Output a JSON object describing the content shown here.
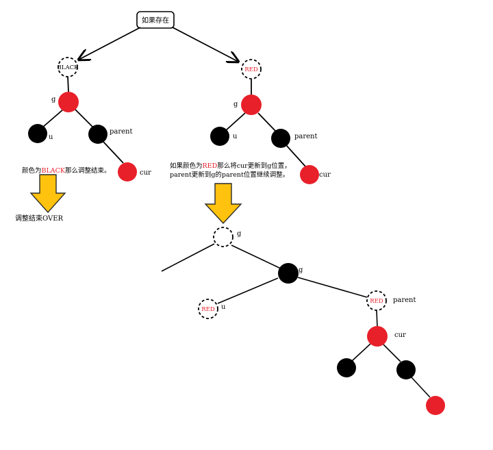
{
  "top_box": {
    "label": "如果存在"
  },
  "left_branch": {
    "parent_label": "BLACK",
    "g_label": "g",
    "u_label": "u",
    "parent_node_label": "parent",
    "cur_label": "cur",
    "note": "颜色为BLACK那么调整结束。",
    "note_highlight": "BLACK",
    "result": "调整结束OVER"
  },
  "right_branch": {
    "parent_label": "RED",
    "g_label": "g",
    "u_label": "u",
    "parent_node_label": "parent",
    "cur_label": "cur",
    "note_line1_prefix": "如果颜色为",
    "note_line1_highlight": "RED",
    "note_line1_suffix": "那么将cur更新到g位置，",
    "note_line2": "parent更新到g的parent位置继续调整。"
  },
  "bottom_tree": {
    "top_g_label": "g",
    "g_label": "g",
    "u_inner": "RED",
    "u_label": "u",
    "parent_inner": "RED",
    "parent_label": "parent",
    "cur_label": "cur"
  },
  "colors": {
    "red": "#e8202a",
    "black": "#000000",
    "arrow_fill": "#ffc20e",
    "arrow_stroke": "#2b2b2b"
  }
}
